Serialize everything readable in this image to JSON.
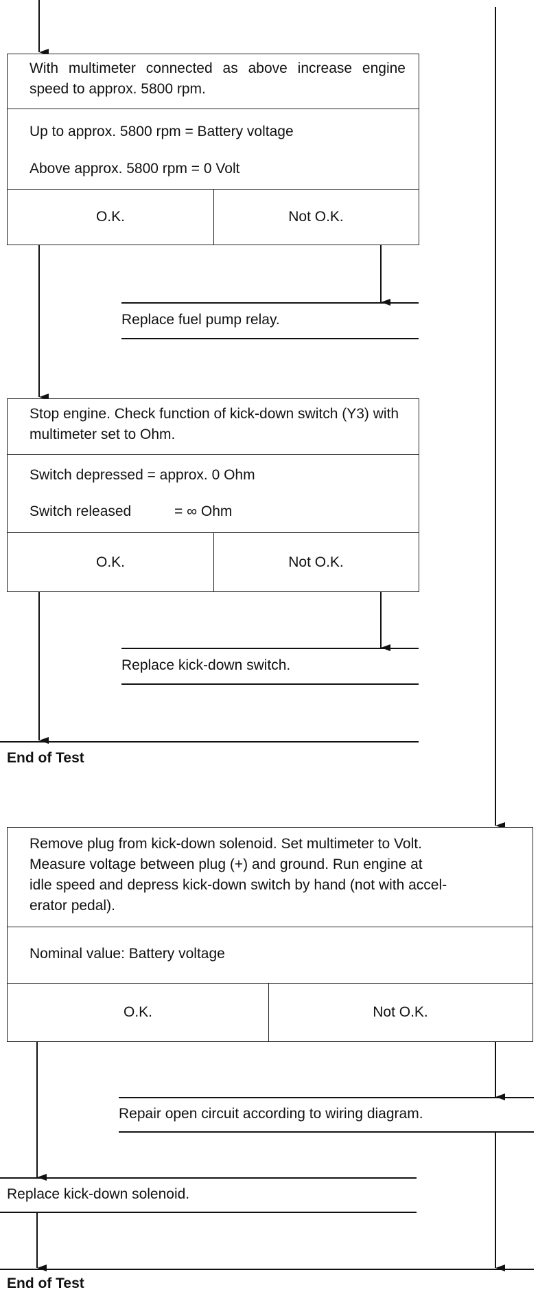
{
  "block1": {
    "instruction": "With multimeter connected as above increase engine speed to approx. 5800 rpm.",
    "condition_1": "Up to approx. 5800 rpm = Battery voltage",
    "condition_2": "Above approx. 5800 rpm = 0 Volt",
    "ok": "O.K.",
    "not_ok": "Not O.K.",
    "action": "Replace fuel pump relay."
  },
  "block2": {
    "instruction": "Stop engine. Check function of kick-down switch (Y3) with multimeter set to Ohm.",
    "condition_1": "Switch depressed = approx. 0 Ohm",
    "condition_2_label": "Switch released",
    "condition_2_value": "= ∞ Ohm",
    "ok": "O.K.",
    "not_ok": "Not O.K.",
    "action": "Replace kick-down switch."
  },
  "end_1": "End of Test",
  "block3": {
    "instruction_lines": [
      "Remove plug from kick-down solenoid. Set multimeter to Volt.",
      "Measure voltage between plug (+) and ground. Run engine at",
      "idle speed and depress kick-down switch by hand (not with accel-",
      "erator pedal)."
    ],
    "nominal": "Nominal value: Battery voltage",
    "ok": "O.K.",
    "not_ok": "Not O.K.",
    "action_not_ok": "Repair open circuit according to wiring diagram.",
    "action_ok": "Replace kick-down solenoid."
  },
  "end_2": "End of Test"
}
